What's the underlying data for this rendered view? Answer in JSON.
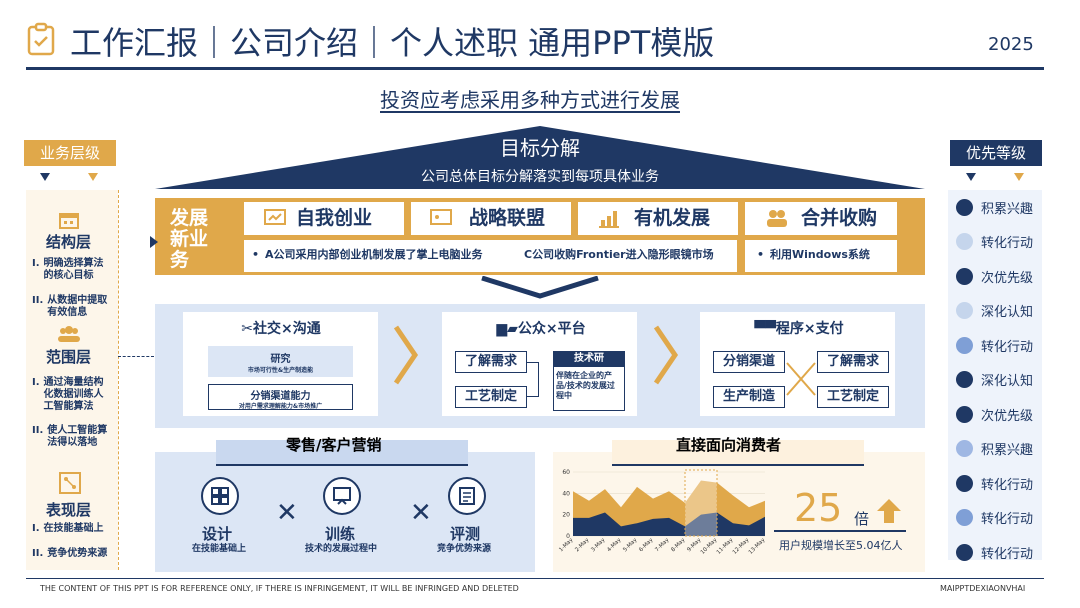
{
  "header": {
    "title": "工作汇报｜公司介绍｜个人述职 通用PPT模版",
    "year": "2025",
    "subtitle": "投资应考虑采用多种方式进行发展"
  },
  "left": {
    "badge": "业务层级",
    "levels": [
      {
        "title": "结构层",
        "items": [
          {
            "n": "I.",
            "t": "明确选择算法的核心目标"
          },
          {
            "n": "II.",
            "t": "从数据中提取有效信息"
          }
        ]
      },
      {
        "title": "范围层",
        "items": [
          {
            "n": "I.",
            "t": "通过海量结构化数据训练人工智能算法"
          },
          {
            "n": "II.",
            "t": "使人工智能算法得以落地"
          }
        ]
      },
      {
        "title": "表现层",
        "items": [
          {
            "n": "I.",
            "t": "在技能基础上"
          },
          {
            "n": "II.",
            "t": "竞争优势来源"
          }
        ]
      }
    ]
  },
  "right": {
    "badge": "优先等级",
    "items": [
      {
        "label": "积累兴趣",
        "color": "#1f3864"
      },
      {
        "label": "转化行动",
        "color": "#c5d5ec"
      },
      {
        "label": "次优先级",
        "color": "#1f3864"
      },
      {
        "label": "深化认知",
        "color": "#c5d5ec"
      },
      {
        "label": "转化行动",
        "color": "#7f9fd6"
      },
      {
        "label": "深化认知",
        "color": "#1f3864"
      },
      {
        "label": "次优先级",
        "color": "#1f3864"
      },
      {
        "label": "积累兴趣",
        "color": "#9fb7e3"
      },
      {
        "label": "转化行动",
        "color": "#1f3864"
      },
      {
        "label": "转化行动",
        "color": "#7f9fd6"
      },
      {
        "label": "转化行动",
        "color": "#1f3864"
      }
    ]
  },
  "roof": {
    "title": "目标分解",
    "subtitle": "公司总体目标分解落实到每项具体业务"
  },
  "band1": {
    "label": "发展新业务",
    "cards": [
      {
        "title": "自我创业"
      },
      {
        "title": "战略联盟"
      },
      {
        "title": "有机发展"
      },
      {
        "title": "合并收购"
      }
    ],
    "notes": [
      {
        "t": "A公司采用内部创业机制发展了掌上电脑业务"
      },
      {
        "t": "C公司收购Frontier进入隐形眼镜市场"
      },
      {
        "t": "利用Windows系统"
      }
    ]
  },
  "band2": {
    "boxes": [
      {
        "title": "社交×沟通",
        "a": "研究",
        "a_sub": "市场可行性&生产制造能",
        "b": "分销渠道能力",
        "b_sub": "对用户需求理解能力&市场推广"
      },
      {
        "title": "公众×平台",
        "a": "了解需求",
        "b": "工艺制定",
        "c": "技术研",
        "c_sub": "伴随在企业的产品/技术的发展过程中"
      },
      {
        "title": "程序×支付",
        "a": "分销渠道",
        "b": "生产制造",
        "c": "了解需求",
        "d": "工艺制定"
      }
    ]
  },
  "band3": {
    "left_title": "零售/客户营销",
    "right_title": "直接面向消费者",
    "items": [
      {
        "t": "设计",
        "s": "在技能基础上"
      },
      {
        "t": "训练",
        "s": "技术的发展过程中"
      },
      {
        "t": "评测",
        "s": "竞争优势来源"
      }
    ],
    "big": "25",
    "big_unit": "倍",
    "big_caption": "用户规模增长至5.04亿人"
  },
  "chart_data": {
    "type": "area",
    "x": [
      "1-May",
      "2-May",
      "3-May",
      "4-May",
      "5-May",
      "6-May",
      "7-May",
      "8-May",
      "9-May",
      "10-May",
      "11-May",
      "12-May",
      "13-May"
    ],
    "ylim": [
      0,
      60
    ],
    "yticks": [
      0,
      20,
      40,
      60
    ],
    "series": [
      {
        "values": [
          42,
          33,
          44,
          27,
          46,
          35,
          42,
          31,
          52,
          50,
          38,
          27,
          33
        ],
        "color": "#e0a84a"
      },
      {
        "values": [
          17,
          17,
          22,
          9,
          12,
          16,
          17,
          9,
          20,
          22,
          12,
          10,
          18
        ],
        "color": "#1f3864"
      }
    ]
  },
  "footer": {
    "left": "THE CONTENT OF THIS PPT IS FOR REFERENCE ONLY, IF THERE IS INFRINGEMENT, IT WILL BE INFRINGED AND DELETED",
    "right": "MAIPPTDEXIAONVHAI"
  }
}
